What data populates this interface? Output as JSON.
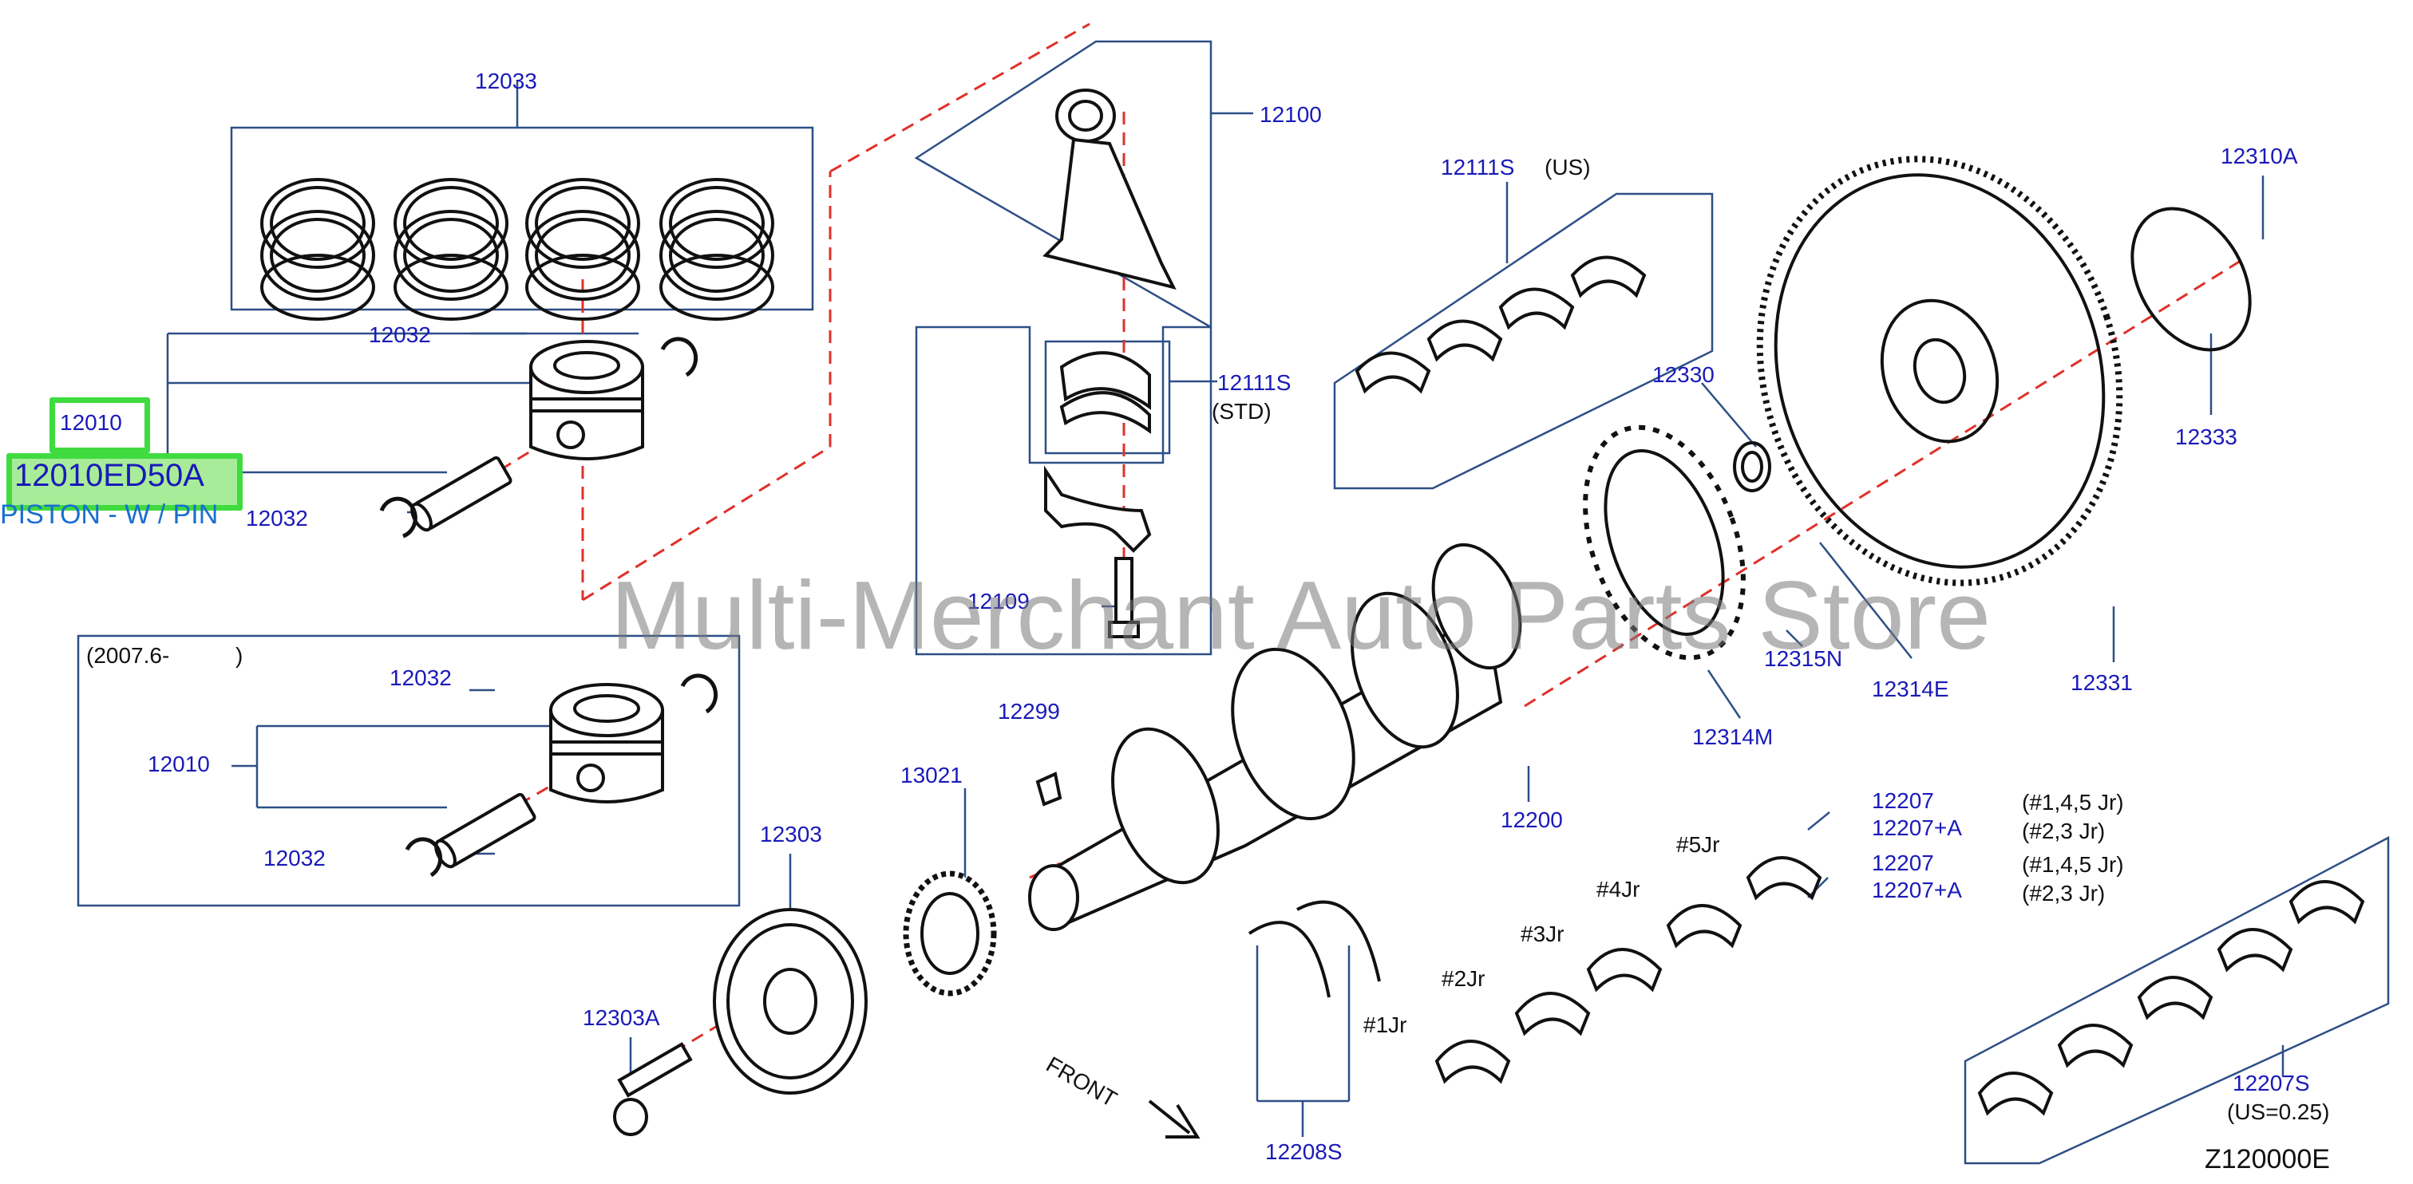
{
  "watermark": "Multi-Merchant Auto Parts Store",
  "diagram_ref": "Z120000E",
  "selected": {
    "part_number": "12010ED50A",
    "description": "PISTON - W / PIN",
    "callout": "12010"
  },
  "labels": {
    "l12033": "12033",
    "l12032a": "12032",
    "l12032b": "12032",
    "l12032c": "12032",
    "l12032d": "12032",
    "l12010b": "12010",
    "l2007": "(2007.6-",
    "l2007close": ")",
    "l12100": "12100",
    "l12111s_std": "12111S",
    "l_std": "(STD)",
    "l12109": "12109",
    "l12111s_us": "12111S",
    "l_us": "(US)",
    "l12310a": "12310A",
    "l12330": "12330",
    "l12333": "12333",
    "l12315n": "12315N",
    "l12314e": "12314E",
    "l12331": "12331",
    "l12314m": "12314M",
    "l12299": "12299",
    "l13021": "13021",
    "l12200": "12200",
    "l12303": "12303",
    "l12303a": "12303A",
    "l12207a": "12207",
    "l12207pa": "12207+A",
    "l12207b": "12207",
    "l12207pb": "12207+A",
    "j145a": "(#1,4,5   Jr)",
    "j23a": "(#2,3   Jr)",
    "j145b": "(#1,4,5   Jr)",
    "j23b": "(#2,3   Jr)",
    "jr5": "#5Jr",
    "jr4": "#4Jr",
    "jr3": "#3Jr",
    "jr2": "#2Jr",
    "jr1": "#1Jr",
    "l12208s": "12208S",
    "l12207s": "12207S",
    "l_us025": "(US=0.25)",
    "front": "FRONT"
  },
  "colors": {
    "callout": "#1a1ab8",
    "leader": "#2d4f86",
    "centerline": "#e0302a",
    "highlight": "#3fdb3f",
    "part_stroke": "#111111"
  }
}
